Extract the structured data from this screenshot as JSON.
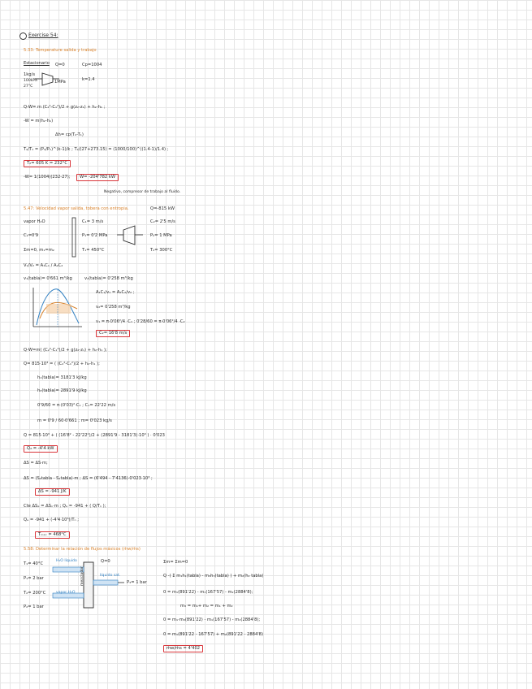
{
  "title": "Exercise 54:",
  "s1": {
    "heading": "5.33: Temperature salida y trabajo",
    "state": "Estacionario",
    "q": "Q=0",
    "cp": "Cp=1004",
    "in_label": "1kg/s",
    "in_extra": "100kPa",
    "in_t": "27°C",
    "out_label": "1MPa",
    "k": "k=1.4",
    "eq1": "Q-W= m (C₂²-C₁²)/2 + g(z₂-z₁) + h₂-h₁ ;",
    "eq2": "-W = m(h₂-h₁)",
    "eq3": "Δh= cp(T₂-T₁)",
    "eq4": "T₂/T₁ = (P₂/P₁)^(k-1)/k ;   T₂/(27+273.15) = (1000/100)^((1.4-1)/1.4) ;",
    "res1": "T₂= 605 K = 232°C",
    "eq5": "-W= 1(1004)(232-27);",
    "res2": "W= -204'782 kW",
    "note": "Negativo, compresor de trabajo al fluido."
  },
  "s2": {
    "heading": "5.47: Velocidad vapor salida, tobera con entropia.",
    "w": "Q=-815 kW",
    "vapor": "vapor H₂O",
    "c1": "C₁=0'9",
    "flow": "Σm=0, m₁=m₂",
    "c_in": "C₁= 3 m/s",
    "p_in": "P₁= 0'2 MPa",
    "t_in": "T₁= 450°C",
    "c_out": "C₂= 2'5 m/s",
    "p_out": "P₂= 1 MPa",
    "t_out": "T₂= 300°C",
    "ratio": "V₁/V₂ = A₁C₁ / A₂C₂",
    "v1": "v₁(tabla)= 0'661 m³/kg",
    "v2": "v₂(tabla)= 0'258 m³/kg",
    "eq_a": "A₁C₁/v₁ = A₂C₂/v₂ ;",
    "eq_b": "v₂= 0'258 m³/kg",
    "eq_c": "v₁ = π·0'06²/4 ·C₁ ;  0'28/60 = π·0'06²/4 ·C₂",
    "res_c": "C₂= 16'8 m/s",
    "q1": "Q-W=m( (C₂²-C₁²)/2 + g(z₂-z₁) + h₂-h₁ );",
    "q2": "Q= 815·10³ = ( (C₂²-C₁²)/2 + h₂-h₁ );",
    "h1": "h₁(tabla)= 3181'3 kJ/kg",
    "h2": "h₂(tabla)= 2891'9 kJ/kg",
    "m1": "0'9/60 = π·(0'03)²·C₁ ;  C₁= 22'22 m/s",
    "m2": "m = 0'9 / 60·0'661 ;  m= 0'023 kg/s",
    "q3": "Q = 815·10³ + ( (16'8² - 22'22²)/2 + (2891'9 - 3181'3)·10³ ) · 0'023",
    "res_q": "Q₂ = -4'4 kW",
    "ds1": "ΔS = ΔS·m;",
    "ds2": "ΔS = (S₂tabla - S₁tabla)·m ; ΔS = (6'494 - 7'4136)·0'023·10³ ;",
    "res_ds": "ΔS = -941 J/K",
    "ch1": "Cte ΔSₑ = ΔSₒ·m ;  Qₑ = -941 + ( Q/Tₙ );",
    "ch2": "Qₑ = -941 + (-4'4·10³)/Tₙ ;",
    "res_t": "Tₘₐₓ = 468°C"
  },
  "s3": {
    "heading": "5.58: Determinar la relación de flujos másicos (ṁw/ṁs)",
    "t_in": "T₁= 40°C",
    "p_in": "P₁= 2 bar",
    "t_st": "T₂= 200°C",
    "p_st": "P₂= 1 bar",
    "liq_label": "H₂O líquido",
    "vap_label": "vapor H₂O",
    "q0": "Q=0",
    "liq_sat": "líquido sat.",
    "out_p": "P₃= 1 bar",
    "dev": "mezclador",
    "sw": "Σm= Σm=0",
    "e1": "Q -( Σ m₁h₁(tabla) - m₃h₃(tabla) ) + m₂(h₂ tabla)",
    "e2": "0 = m₁(891'22) - m₁(167'57) - m₂(2884'8);",
    "e3": "m₃ = m₁+ m₂ = m₁ + m₂",
    "e4": "0 = m₁·m₃(891'22) - m₁(167'57) - m₂(2884'8);",
    "e5": "0 = m₁(891'22 - 167'57) + m₂(891'22 - 2884'8)",
    "res": "ṁw/ṁs = 4'402"
  }
}
